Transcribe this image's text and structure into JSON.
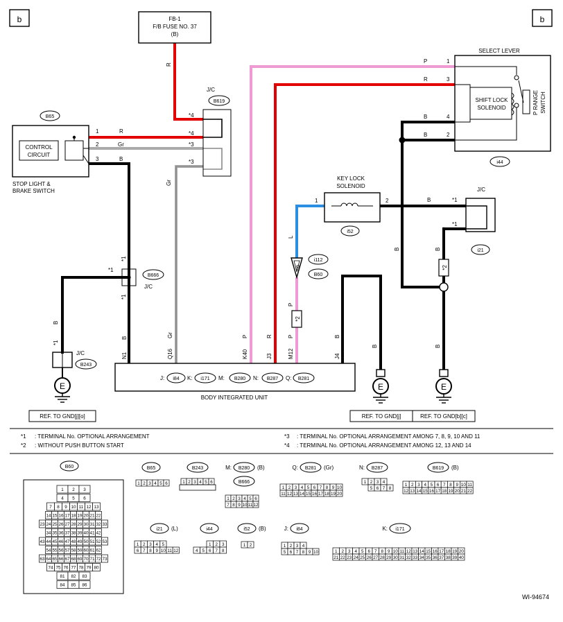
{
  "diagram_id": "WI-94674",
  "corner_label": "b",
  "colors": {
    "red": "#e30000",
    "pink": "#f09ad4",
    "blue": "#2b8ee0",
    "black": "#000000",
    "gray": "#aaaaaa"
  },
  "fuse": {
    "line1": "FB-1",
    "line2": "F/B FUSE NO. 37",
    "line3": "(B)"
  },
  "jc_top": {
    "label": "J/C",
    "connector": "B619"
  },
  "stop_light": {
    "connector": "B65",
    "inner": [
      "CONTROL",
      "CIRCUIT"
    ],
    "caption": [
      "STOP LIGHT &",
      "BRAKE SWITCH"
    ],
    "pins": [
      "1",
      "2",
      "3"
    ],
    "wires": [
      "R",
      "Gr",
      "B"
    ]
  },
  "select_lever": {
    "title": "SELECT LEVER",
    "solenoid": [
      "SHIFT LOCK",
      "SOLENOID"
    ],
    "switch": [
      "P RANGE",
      "SWITCH"
    ],
    "connector": "i44",
    "pins": [
      "1",
      "3",
      "4",
      "2"
    ],
    "wires": [
      "P",
      "R",
      "B",
      "B"
    ]
  },
  "key_lock": {
    "title": [
      "KEY LOCK",
      "SOLENOID"
    ],
    "connector": "i52",
    "pins": [
      "1",
      "2"
    ]
  },
  "jc_right": {
    "label": "J/C",
    "connector": "i21"
  },
  "jc_mid": {
    "label": "J/C",
    "connector": "B666"
  },
  "jc_left": {
    "label": "J/C",
    "connector": "B243"
  },
  "inline_conn": {
    "top": "i112",
    "bottom": "B60",
    "pin": "69"
  },
  "biu": {
    "title": "BODY INTEGRATED UNIT",
    "connectors": [
      {
        "prefix": "J:",
        "id": "i84"
      },
      {
        "prefix": "K:",
        "id": "i171"
      },
      {
        "prefix": "M:",
        "id": "B280"
      },
      {
        "prefix": "N:",
        "id": "B287"
      },
      {
        "prefix": "Q:",
        "id": "B281"
      }
    ],
    "terminals": [
      "N1",
      "Q16",
      "K40",
      "J3",
      "M12",
      "J4"
    ]
  },
  "wire_labels": {
    "R": "R",
    "Gr": "Gr",
    "B": "B",
    "P": "P",
    "L": "L"
  },
  "marks": {
    "s1": "*1",
    "s2": "*2",
    "s3": "*3",
    "s4": "*4"
  },
  "ground_symbol": "E",
  "refs": [
    "REF. TO GND[j][o]",
    "REF. TO GND[j]",
    "REF. TO GND[b][c]"
  ],
  "notes": [
    {
      "mark": "*1",
      "text": ": TERMINAL No. OPTIONAL ARRANGEMENT"
    },
    {
      "mark": "*2",
      "text": ": WITHOUT PUSH BUTTON START"
    },
    {
      "mark": "*3",
      "text": ": TERMINAL No. OPTIONAL ARRANGEMENT AMONG 7, 8, 9, 10 AND 11"
    },
    {
      "mark": "*4",
      "text": ": TERMINAL No. OPTIONAL ARRANGEMENT AMONG 12, 13 AND 14"
    }
  ],
  "connector_views": {
    "B60": {
      "rows": [
        [
          "1",
          "2",
          "3"
        ],
        [
          "4",
          "5",
          "6"
        ],
        [
          "7",
          "8",
          "9",
          "10",
          "11",
          "12",
          "13"
        ],
        [
          "14",
          "15",
          "16",
          "17",
          "18",
          "19",
          "20",
          "21",
          "22"
        ],
        [
          "23",
          "24",
          "25",
          "26",
          "27",
          "28",
          "29",
          "30",
          "31",
          "32",
          "33"
        ],
        [
          "34",
          "35",
          "36",
          "37",
          "38",
          "39",
          "40",
          "41",
          "42"
        ],
        [
          "43",
          "44",
          "45",
          "46",
          "47",
          "48",
          "49",
          "50",
          "51",
          "52",
          "53"
        ],
        [
          "54",
          "55",
          "56",
          "57",
          "58",
          "59",
          "60",
          "61",
          "62"
        ],
        [
          "63",
          "64",
          "65",
          "66",
          "67",
          "68",
          "69",
          "70",
          "71",
          "72",
          "73"
        ],
        [
          "74",
          "75",
          "76",
          "77",
          "78",
          "79",
          "80"
        ],
        [
          "81",
          "82",
          "83"
        ],
        [
          "84",
          "85",
          "86"
        ]
      ]
    },
    "B65": {
      "rows": [
        [
          "1",
          "2",
          "3",
          "4",
          "5",
          "6"
        ]
      ]
    },
    "B243": {
      "rows": [
        [
          "1",
          "2",
          "3",
          "4",
          "5",
          "6"
        ]
      ]
    },
    "B280": {
      "prefix": "M:",
      "color": "(B)",
      "rows": [
        [
          "1",
          "2",
          "3",
          "4",
          "5",
          "6"
        ],
        [
          "7",
          "8",
          "9",
          "10",
          "11",
          "12"
        ]
      ]
    },
    "B666": {
      "rows": []
    },
    "B281": {
      "prefix": "Q:",
      "color": "(Gr)",
      "rows": [
        [
          "1",
          "2",
          "3",
          "4",
          "5",
          "6",
          "7",
          "8",
          "9",
          "10"
        ],
        [
          "11",
          "12",
          "13",
          "14",
          "15",
          "16",
          "17",
          "18",
          "19",
          "20"
        ]
      ]
    },
    "B287": {
      "prefix": "N:",
      "rows": [
        [
          "1",
          "2",
          "3",
          "4"
        ],
        [
          "5",
          "6",
          "7",
          "8"
        ]
      ]
    },
    "B619": {
      "color": "(B)",
      "rows": [
        [
          "1",
          "2",
          "3",
          "4",
          "5",
          "6",
          "7",
          "8",
          "9",
          "10",
          "11"
        ],
        [
          "12",
          "13",
          "14",
          "15",
          "16",
          "17",
          "18",
          "19",
          "20",
          "21",
          "22"
        ]
      ]
    },
    "i21": {
      "color": "(L)",
      "rows": [
        [
          "1",
          "2",
          "3",
          "4",
          "5"
        ],
        [
          "6",
          "7",
          "8",
          "9",
          "10",
          "11",
          "12"
        ]
      ]
    },
    "i44": {
      "rows": [
        [
          "1",
          "2",
          "3"
        ],
        [
          "4",
          "5",
          "6",
          "7",
          "8"
        ]
      ]
    },
    "i52": {
      "color": "(B)",
      "rows": [
        [
          "1",
          "2"
        ]
      ]
    },
    "i84": {
      "prefix": "J:",
      "rows": [
        [
          "1",
          "2",
          "3",
          "4"
        ],
        [
          "5",
          "6",
          "7",
          "8",
          "9",
          "10"
        ]
      ]
    },
    "i171": {
      "prefix": "K:",
      "rows": [
        [
          "1",
          "2",
          "3",
          "4",
          "5",
          "6",
          "7",
          "8",
          "9",
          "10",
          "11",
          "12",
          "13",
          "14",
          "15",
          "16",
          "17",
          "18",
          "19",
          "20"
        ],
        [
          "21",
          "22",
          "23",
          "24",
          "25",
          "26",
          "27",
          "28",
          "29",
          "30",
          "31",
          "32",
          "33",
          "34",
          "35",
          "36",
          "37",
          "38",
          "39",
          "40"
        ]
      ]
    }
  }
}
